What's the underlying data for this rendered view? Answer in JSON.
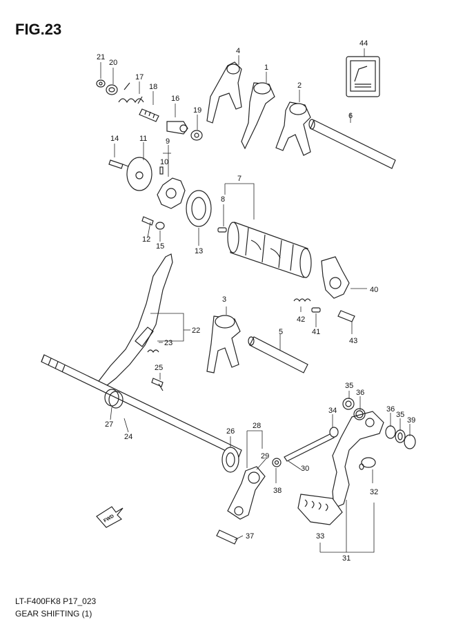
{
  "figure": {
    "title": "FIG.23",
    "model_code": "LT-F400FK8 P17_023",
    "caption": "GEAR SHIFTING (1)",
    "fwd_label": "FWD"
  },
  "colors": {
    "line": "#222222",
    "background": "#ffffff"
  },
  "part_numbers": [
    "1",
    "2",
    "3",
    "4",
    "5",
    "6",
    "7",
    "8",
    "9",
    "10",
    "11",
    "12",
    "13",
    "14",
    "15",
    "16",
    "17",
    "18",
    "19",
    "20",
    "21",
    "22",
    "23",
    "24",
    "25",
    "26",
    "27",
    "28",
    "29",
    "30",
    "31",
    "32",
    "33",
    "34",
    "35",
    "36",
    "37",
    "38",
    "39",
    "40",
    "41",
    "42",
    "43",
    "44"
  ],
  "callouts": {
    "n1": "1",
    "n2": "2",
    "n3": "3",
    "n4": "4",
    "n5": "5",
    "n6": "6",
    "n7": "7",
    "n8": "8",
    "n9": "9",
    "n10": "10",
    "n11": "11",
    "n12": "12",
    "n13": "13",
    "n14": "14",
    "n15": "15",
    "n16": "16",
    "n17": "17",
    "n18": "18",
    "n19": "19",
    "n20": "20",
    "n21": "21",
    "n22": "22",
    "n23": "23",
    "n24": "24",
    "n25": "25",
    "n26": "26",
    "n27": "27",
    "n28": "28",
    "n29": "29",
    "n30": "30",
    "n31": "31",
    "n32": "32",
    "n33": "33",
    "n34": "34",
    "n35a": "35",
    "n35b": "35",
    "n36a": "36",
    "n36b": "36",
    "n37": "37",
    "n38": "38",
    "n39": "39",
    "n40": "40",
    "n41": "41",
    "n42": "42",
    "n43": "43",
    "n44": "44"
  }
}
